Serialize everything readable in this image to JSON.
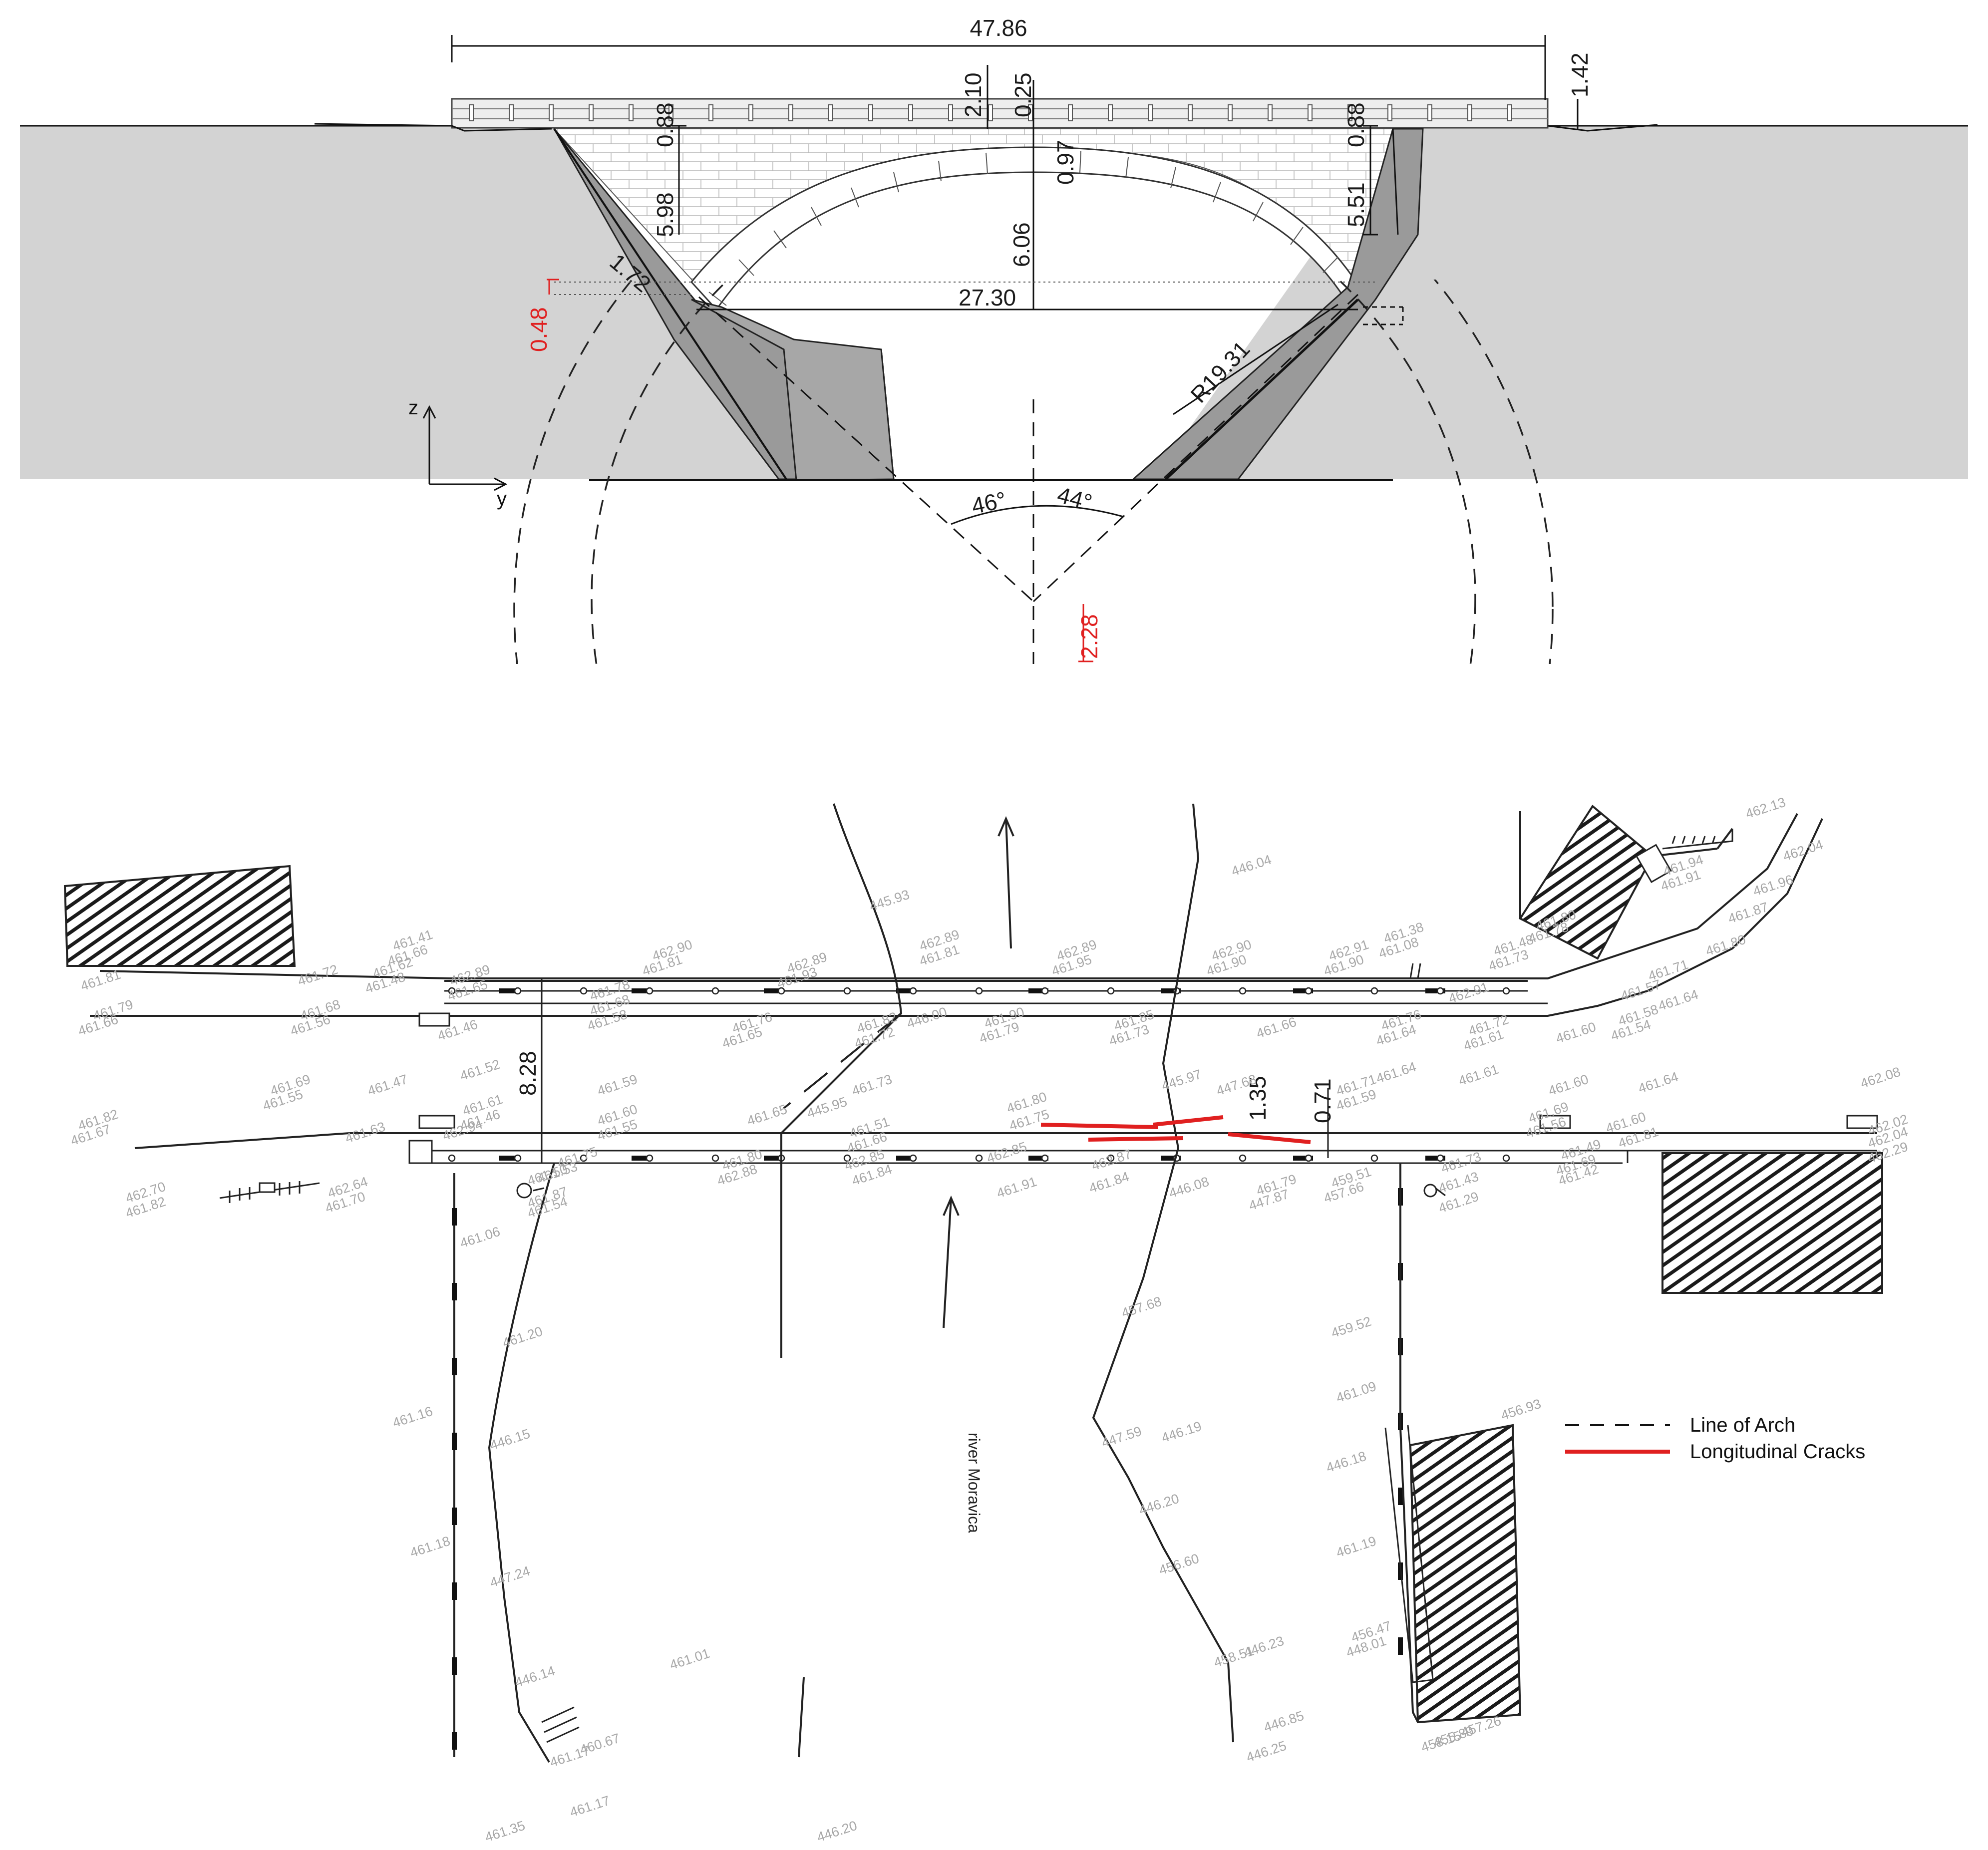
{
  "section": {
    "dimensions": {
      "span_total": "47.86",
      "height_right": "1.42",
      "deck_depth": "2.10",
      "crown_cover": "0.25",
      "parapet_left": "0.88",
      "parapet_right": "0.88",
      "arch_ring": "0.97",
      "spandrel_left": "5.98",
      "spandrel_right": "5.51",
      "rise": "6.06",
      "clear_span": "27.30",
      "abutment_left": "1.72",
      "radius": "R19.31",
      "angle_left": "46°",
      "angle_right": "44°"
    },
    "red_dimensions": {
      "level_offset": "0.48",
      "center_offset": "2.28"
    },
    "axes": {
      "z": "z",
      "y": "y"
    }
  },
  "plan": {
    "dimensions": {
      "width": "8.28",
      "offset_a": "1.35",
      "offset_b": "0.71"
    },
    "river_label": "river Moravica",
    "legend": [
      {
        "label": "Line of Arch",
        "style": "dashed",
        "color": "#111111"
      },
      {
        "label": "Longitudinal Cracks",
        "style": "solid",
        "color": "#e02020"
      }
    ],
    "elevations": [
      {
        "t": "461.41"
      },
      {
        "t": "461.66"
      },
      {
        "t": "461.81"
      },
      {
        "t": "461.72"
      },
      {
        "t": "461.79"
      },
      {
        "t": "461.66"
      },
      {
        "t": "461.62"
      },
      {
        "t": "461.48"
      },
      {
        "t": "461.68"
      },
      {
        "t": "461.56"
      },
      {
        "t": "462.89"
      },
      {
        "t": "461.65"
      },
      {
        "t": "461.46"
      },
      {
        "t": "462.90"
      },
      {
        "t": "461.81"
      },
      {
        "t": "461.78"
      },
      {
        "t": "461.68"
      },
      {
        "t": "461.58"
      },
      {
        "t": "445.93"
      },
      {
        "t": "462.89"
      },
      {
        "t": "461.81"
      },
      {
        "t": "461.76"
      },
      {
        "t": "461.65"
      },
      {
        "t": "461.82"
      },
      {
        "t": "461.72"
      },
      {
        "t": "462.89"
      },
      {
        "t": "461.93"
      },
      {
        "t": "446.00"
      },
      {
        "t": "462.89"
      },
      {
        "t": "461.95"
      },
      {
        "t": "461.90"
      },
      {
        "t": "461.79"
      },
      {
        "t": "446.04"
      },
      {
        "t": "461.85"
      },
      {
        "t": "461.73"
      },
      {
        "t": "462.90"
      },
      {
        "t": "461.90"
      },
      {
        "t": "461.66"
      },
      {
        "t": "462.91"
      },
      {
        "t": "461.90"
      },
      {
        "t": "461.38"
      },
      {
        "t": "461.08"
      },
      {
        "t": "461.76"
      },
      {
        "t": "461.64"
      },
      {
        "t": "461.48"
      },
      {
        "t": "461.73"
      },
      {
        "t": "462.91"
      },
      {
        "t": "461.72"
      },
      {
        "t": "461.61"
      },
      {
        "t": "461.78"
      },
      {
        "t": "461.80"
      },
      {
        "t": "461.57"
      },
      {
        "t": "461.60"
      },
      {
        "t": "461.58"
      },
      {
        "t": "461.54"
      },
      {
        "t": "461.64"
      },
      {
        "t": "461.94"
      },
      {
        "t": "461.91"
      },
      {
        "t": "462.13"
      },
      {
        "t": "462.04"
      },
      {
        "t": "461.96"
      },
      {
        "t": "461.87"
      },
      {
        "t": "461.80"
      },
      {
        "t": "461.71"
      },
      {
        "t": "462.08"
      },
      {
        "t": "462.02"
      },
      {
        "t": "462.04"
      },
      {
        "t": "462.29"
      },
      {
        "t": "461.69"
      },
      {
        "t": "461.55"
      },
      {
        "t": "461.82"
      },
      {
        "t": "461.67"
      },
      {
        "t": "461.47"
      },
      {
        "t": "461.52"
      },
      {
        "t": "461.61"
      },
      {
        "t": "461.46"
      },
      {
        "t": "461.63"
      },
      {
        "t": "462.94"
      },
      {
        "t": "462.70"
      },
      {
        "t": "461.82"
      },
      {
        "t": "462.64"
      },
      {
        "t": "461.70"
      },
      {
        "t": "461.59"
      },
      {
        "t": "461.60"
      },
      {
        "t": "461.55"
      },
      {
        "t": "461.53"
      },
      {
        "t": "461.75"
      },
      {
        "t": "461.65"
      },
      {
        "t": "445.95"
      },
      {
        "t": "461.73"
      },
      {
        "t": "461.51"
      },
      {
        "t": "461.66"
      },
      {
        "t": "461.80"
      },
      {
        "t": "461.75"
      },
      {
        "t": "445.97"
      },
      {
        "t": "447.68"
      },
      {
        "t": "461.71"
      },
      {
        "t": "461.59"
      },
      {
        "t": "461.64"
      },
      {
        "t": "461.61"
      },
      {
        "t": "461.60"
      },
      {
        "t": "461.64"
      },
      {
        "t": "461.60"
      },
      {
        "t": "461.81"
      },
      {
        "t": "461.69"
      },
      {
        "t": "461.56"
      },
      {
        "t": "461.49"
      },
      {
        "t": "461.69"
      },
      {
        "t": "461.42"
      },
      {
        "t": "461.43"
      },
      {
        "t": "461.73"
      },
      {
        "t": "461.29"
      },
      {
        "t": "459.51"
      },
      {
        "t": "457.66"
      },
      {
        "t": "447.87"
      },
      {
        "t": "461.79"
      },
      {
        "t": "446.08"
      },
      {
        "t": "461.84"
      },
      {
        "t": "462.87"
      },
      {
        "t": "461.91"
      },
      {
        "t": "462.85"
      },
      {
        "t": "461.84"
      },
      {
        "t": "462.85"
      },
      {
        "t": "461.80"
      },
      {
        "t": "462.88"
      },
      {
        "t": "461.87"
      },
      {
        "t": "461.54"
      },
      {
        "t": "461.50"
      },
      {
        "t": "461.06"
      },
      {
        "t": "461.20"
      },
      {
        "t": "461.16"
      },
      {
        "t": "446.15"
      },
      {
        "t": "457.68"
      },
      {
        "t": "459.52"
      },
      {
        "t": "461.09"
      },
      {
        "t": "456.93"
      },
      {
        "t": "446.18"
      },
      {
        "t": "447.59"
      },
      {
        "t": "446.19"
      },
      {
        "t": "446.20"
      },
      {
        "t": "456.60"
      },
      {
        "t": "461.19"
      },
      {
        "t": "461.18"
      },
      {
        "t": "447.24"
      },
      {
        "t": "446.23"
      },
      {
        "t": "458.51"
      },
      {
        "t": "456.47"
      },
      {
        "t": "448.01"
      },
      {
        "t": "461.01"
      },
      {
        "t": "446.14"
      },
      {
        "t": "446.85"
      },
      {
        "t": "446.25"
      },
      {
        "t": "460.67"
      },
      {
        "t": "461.17"
      },
      {
        "t": "457.26"
      },
      {
        "t": "455.89"
      },
      {
        "t": "458.15"
      },
      {
        "t": "461.17"
      },
      {
        "t": "461.35"
      },
      {
        "t": "446.20"
      }
    ]
  }
}
